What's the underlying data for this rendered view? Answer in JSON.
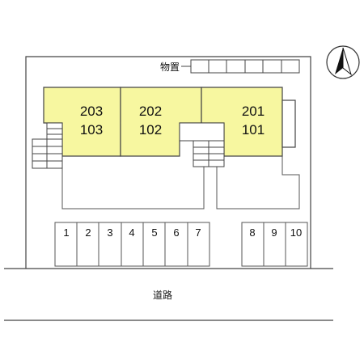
{
  "storage": {
    "label": "物置"
  },
  "buildings": [
    {
      "upper": "203",
      "lower": "103"
    },
    {
      "upper": "202",
      "lower": "102"
    },
    {
      "upper": "201",
      "lower": "101"
    }
  ],
  "parking_left": [
    "1",
    "2",
    "3",
    "4",
    "5",
    "6",
    "7"
  ],
  "parking_right": [
    "8",
    "9",
    "10"
  ],
  "road": {
    "label": "道路"
  },
  "colors": {
    "building_fill": "#f7f7a0",
    "line": "#444444"
  },
  "icons": {
    "compass": "north-arrow-icon"
  }
}
